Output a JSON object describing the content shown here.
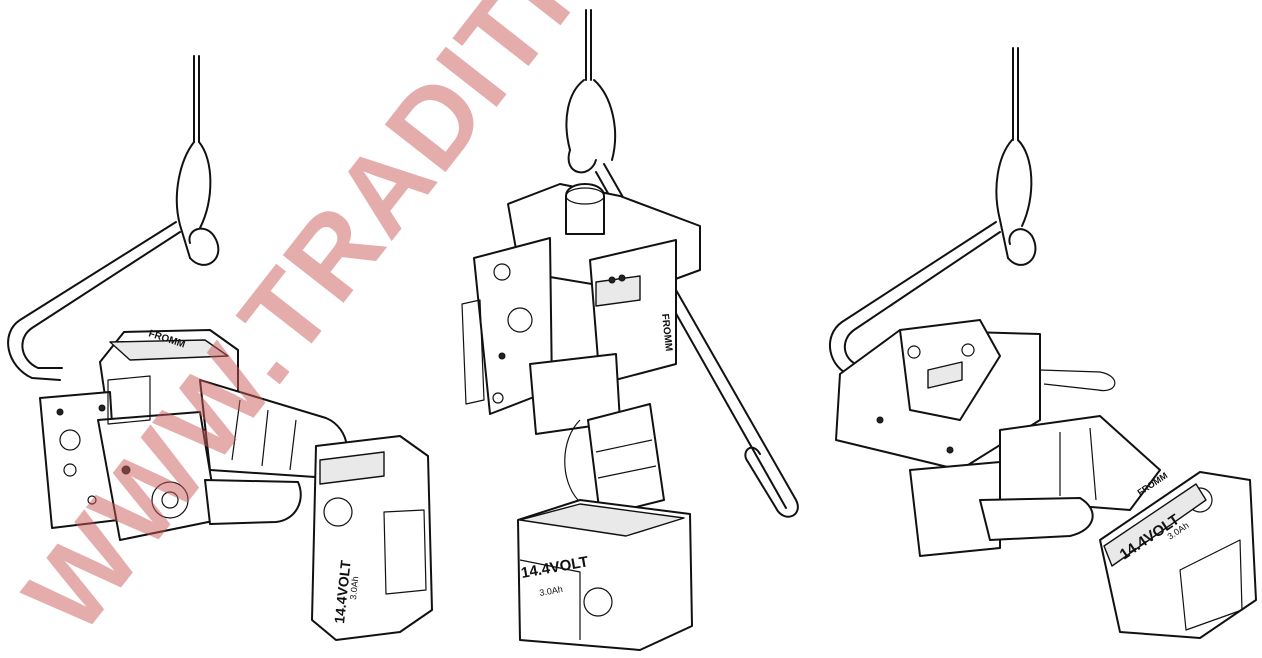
{
  "watermark": {
    "text": "WWW.TRADITION",
    "color": "#cc5a5a"
  },
  "tools": [
    {
      "id": "left",
      "brand_label": "FROMM",
      "battery_label": "14.4VOLT",
      "capacity_label": "3.0Ah",
      "icon": "battery-tool-icon"
    },
    {
      "id": "center",
      "brand_label": "FROMM",
      "battery_label": "14.4VOLT",
      "capacity_label": "3.0Ah",
      "icon": "battery-tool-icon"
    },
    {
      "id": "right",
      "brand_label": "FROMM",
      "battery_label": "14.4VOLT",
      "capacity_label": "3.0Ah",
      "icon": "battery-tool-icon"
    }
  ]
}
